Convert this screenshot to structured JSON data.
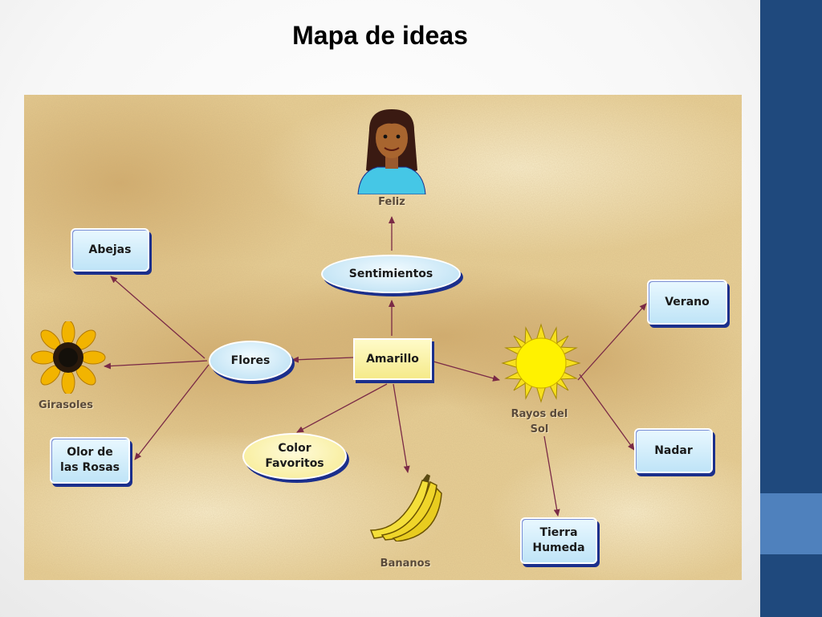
{
  "slide": {
    "title": "Mapa de ideas",
    "colors": {
      "sidebar": "#1f497d",
      "sidebar_accent": "#4f81bd",
      "map_background": "#ecd49c",
      "node_shadow": "#1b2f8c",
      "arrow": "#7a2a46"
    }
  },
  "concept_map": {
    "center": "Amarillo",
    "nodes": {
      "amarillo": "Amarillo",
      "sentimientos": "Sentimientos",
      "flores": "Flores",
      "abejas": "Abejas",
      "olor_rosas_1": "Olor de",
      "olor_rosas_2": "las Rosas",
      "color_favoritos_1": "Color",
      "color_favoritos_2": "Favoritos",
      "verano": "Verano",
      "nadar": "Nadar",
      "tierra_humeda_1": "Tierra",
      "tierra_humeda_2": "Humeda"
    },
    "captions": {
      "feliz": "Feliz",
      "girasoles": "Girasoles",
      "rayos_1": "Rayos del",
      "rayos_2": "Sol",
      "bananos": "Bananos"
    },
    "icons": [
      "girl-icon",
      "sunflower-icon",
      "sun-icon",
      "banana-icon"
    ]
  }
}
